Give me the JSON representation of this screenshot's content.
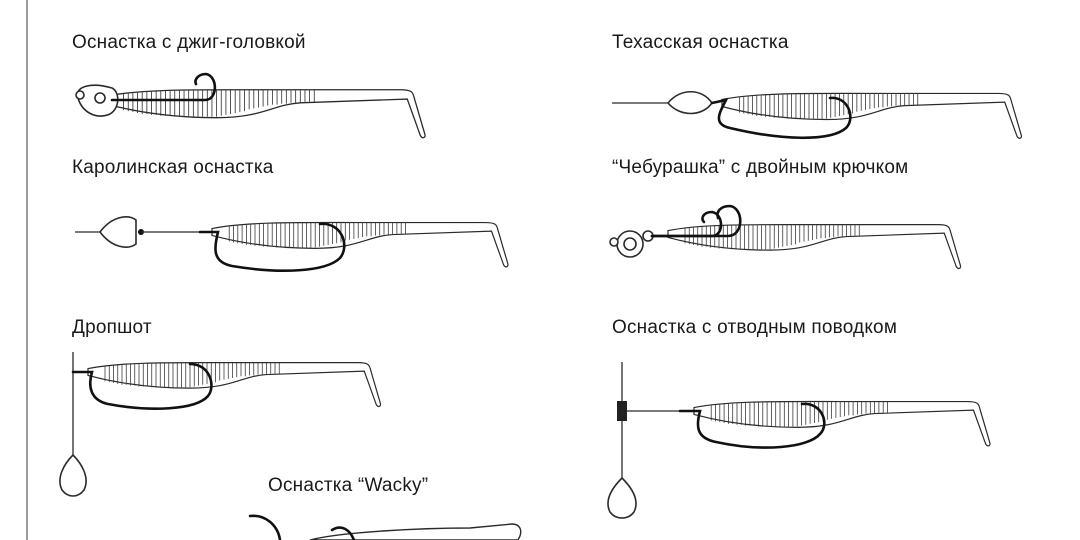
{
  "diagram": {
    "line_color": "#2b2b2b",
    "hook_color": "#111111",
    "rigs": [
      {
        "id": "jig-head",
        "label": "Оснастка с джиг-головкой"
      },
      {
        "id": "texas",
        "label": "Техасская оснастка"
      },
      {
        "id": "carolina",
        "label": "Каролинская оснастка"
      },
      {
        "id": "cheburashka",
        "label": "“Чебурашка” с двойным крючком"
      },
      {
        "id": "dropshot",
        "label": "Дропшот"
      },
      {
        "id": "leader",
        "label": "Оснастка с отводным поводком"
      },
      {
        "id": "wacky",
        "label": "Оснастка “Wacky”"
      }
    ]
  }
}
